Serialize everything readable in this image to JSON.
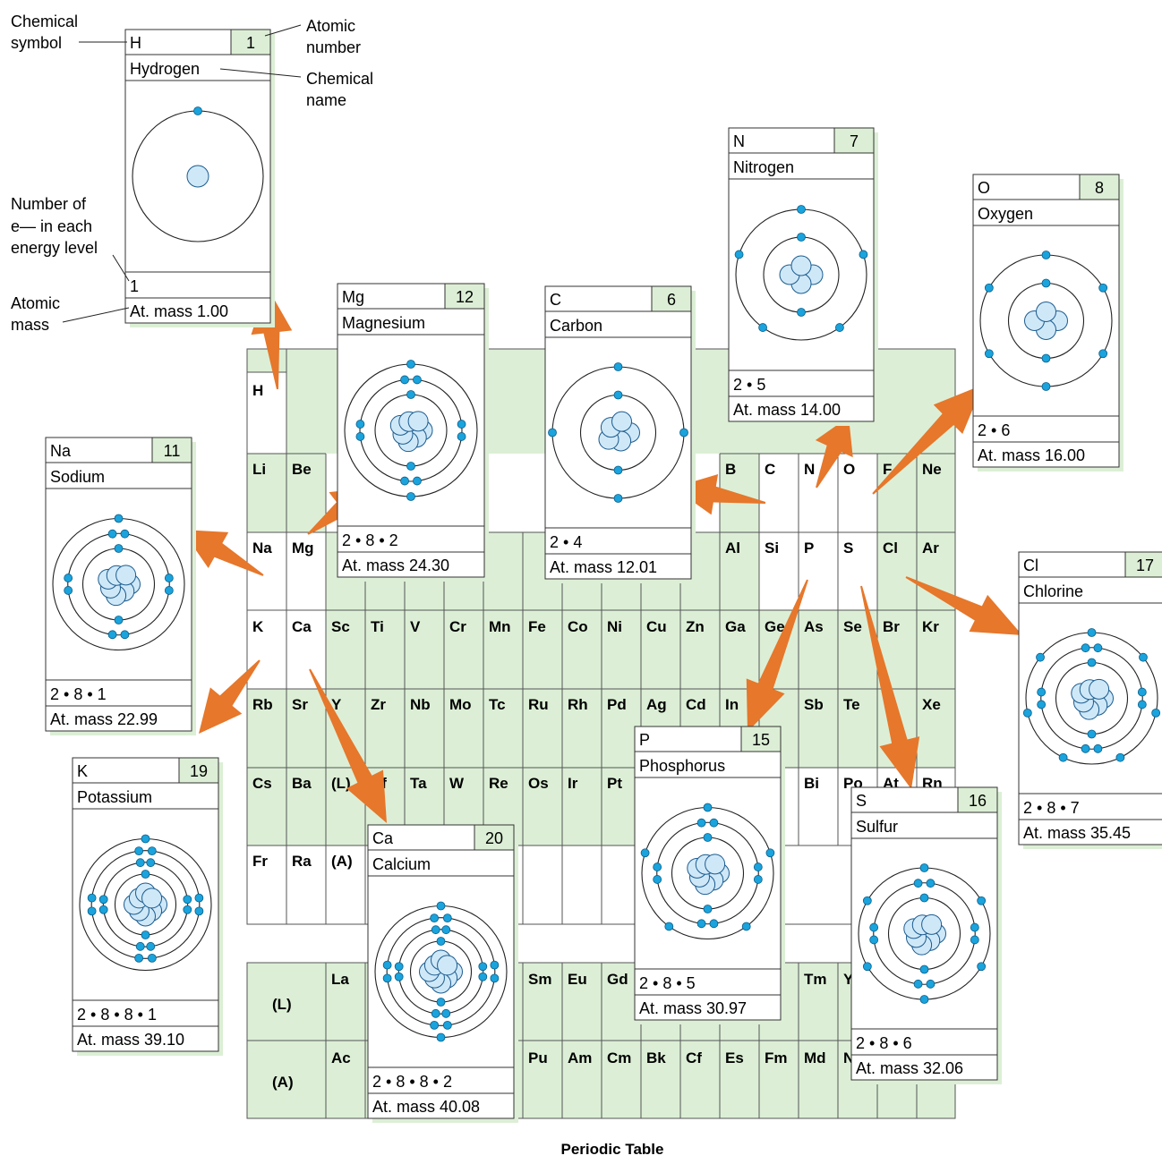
{
  "caption": "Periodic Table",
  "annotations": {
    "symbol": [
      "Chemical",
      "symbol"
    ],
    "number": [
      "Atomic",
      "number"
    ],
    "name": [
      "Chemical",
      "name"
    ],
    "electrons": [
      "Number of",
      "e— in each",
      "energy level"
    ],
    "mass": [
      "Atomic",
      "mass"
    ]
  },
  "colors": {
    "table_fill": "#dcefd6",
    "gray_fill": "#c8c8c8",
    "arrow": "#e6772b",
    "electron": "#1aa3dc",
    "nucleus": "#cfe8f8"
  },
  "table_symbols": {
    "row1": [
      "H"
    ],
    "row2": [
      "Li",
      "Be",
      "B",
      "C",
      "N",
      "O",
      "F",
      "Ne"
    ],
    "row3": [
      "Na",
      "Mg",
      "Al",
      "Si",
      "P",
      "S",
      "Cl",
      "Ar"
    ],
    "row4": [
      "K",
      "Ca",
      "Sc",
      "Ti",
      "V",
      "Cr",
      "Mn",
      "Fe",
      "Co",
      "Ni",
      "Cu",
      "Zn",
      "Ga",
      "Ge",
      "As",
      "Se",
      "Br",
      "Kr"
    ],
    "row5": [
      "Rb",
      "Sr",
      "Y",
      "Zr",
      "Nb",
      "Mo",
      "Tc",
      "Ru",
      "Rh",
      "Pd",
      "Ag",
      "Cd",
      "In",
      "Sb",
      "Te",
      "Xe"
    ],
    "row6": [
      "Cs",
      "Ba",
      "(L)",
      "Hf",
      "Ta",
      "W",
      "Re",
      "Os",
      "Ir",
      "Pt",
      "Bi",
      "Po",
      "At",
      "Rn"
    ],
    "row7": [
      "Fr",
      "Ra",
      "(A)"
    ],
    "lanthanides_label": "(L)",
    "actinides_label": "(A)",
    "lanthanides": [
      "La",
      "Sm",
      "Eu",
      "Gd",
      "Tm",
      "Yb"
    ],
    "actinides": [
      "Ac",
      "Pu",
      "Am",
      "Cm",
      "Bk",
      "Cf",
      "Es",
      "Fm",
      "Md",
      "No"
    ]
  },
  "cards": [
    {
      "symbol": "H",
      "number": "1",
      "name": "Hydrogen",
      "config": "1",
      "mass": "At. mass 1.00"
    },
    {
      "symbol": "Mg",
      "number": "12",
      "name": "Magnesium",
      "config": "2 • 8 • 2",
      "mass": "At. mass 24.30"
    },
    {
      "symbol": "C",
      "number": "6",
      "name": "Carbon",
      "config": "2 • 4",
      "mass": "At. mass 12.01"
    },
    {
      "symbol": "N",
      "number": "7",
      "name": "Nitrogen",
      "config": "2 • 5",
      "mass": "At. mass 14.00"
    },
    {
      "symbol": "O",
      "number": "8",
      "name": "Oxygen",
      "config": "2 • 6",
      "mass": "At. mass 16.00"
    },
    {
      "symbol": "Na",
      "number": "11",
      "name": "Sodium",
      "config": "2 • 8 • 1",
      "mass": "At. mass 22.99"
    },
    {
      "symbol": "K",
      "number": "19",
      "name": "Potassium",
      "config": "2 • 8 • 8 • 1",
      "mass": "At. mass 39.10"
    },
    {
      "symbol": "Ca",
      "number": "20",
      "name": "Calcium",
      "config": "2 • 8 • 8 • 2",
      "mass": "At. mass 40.08"
    },
    {
      "symbol": "P",
      "number": "15",
      "name": "Phosphorus",
      "config": "2 • 8 • 5",
      "mass": "At. mass 30.97"
    },
    {
      "symbol": "S",
      "number": "16",
      "name": "Sulfur",
      "config": "2 • 8 • 6",
      "mass": "At. mass 32.06"
    },
    {
      "symbol": "Cl",
      "number": "17",
      "name": "Chlorine",
      "config": "2 • 8 • 7",
      "mass": "At. mass 35.45"
    }
  ]
}
